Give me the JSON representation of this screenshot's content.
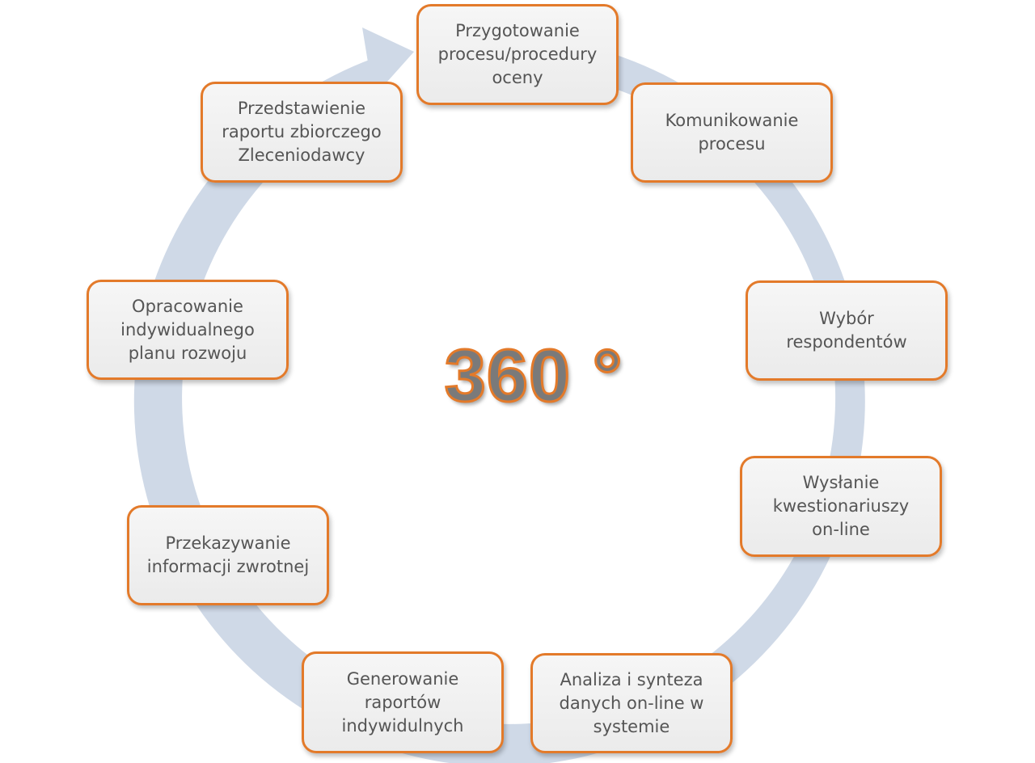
{
  "diagram": {
    "center_label": "360 °",
    "colors": {
      "ring": "#cfd9e7",
      "box_border": "#e37a2a",
      "box_fill": "#eeeeee",
      "text": "#555555",
      "center_text": "#7a7a7a"
    },
    "steps": [
      {
        "label": "Przygotowanie\nprocesu/procedury\noceny"
      },
      {
        "label": "Komunikowanie\nprocesu"
      },
      {
        "label": "Wybór\nrespondentów"
      },
      {
        "label": "Wysłanie\nkwestionariuszy\non-line"
      },
      {
        "label": "Analiza i synteza\ndanych on-line w\nsystemie"
      },
      {
        "label": "Generowanie\nraportów\nindywidulnych"
      },
      {
        "label": "Przekazywanie\ninformacji zwrotnej"
      },
      {
        "label": "Opracowanie\nindywidualnego\nplanu rozwoju"
      },
      {
        "label": "Przedstawienie\nraportu zbiorczego\nZleceniodawcy"
      }
    ]
  }
}
